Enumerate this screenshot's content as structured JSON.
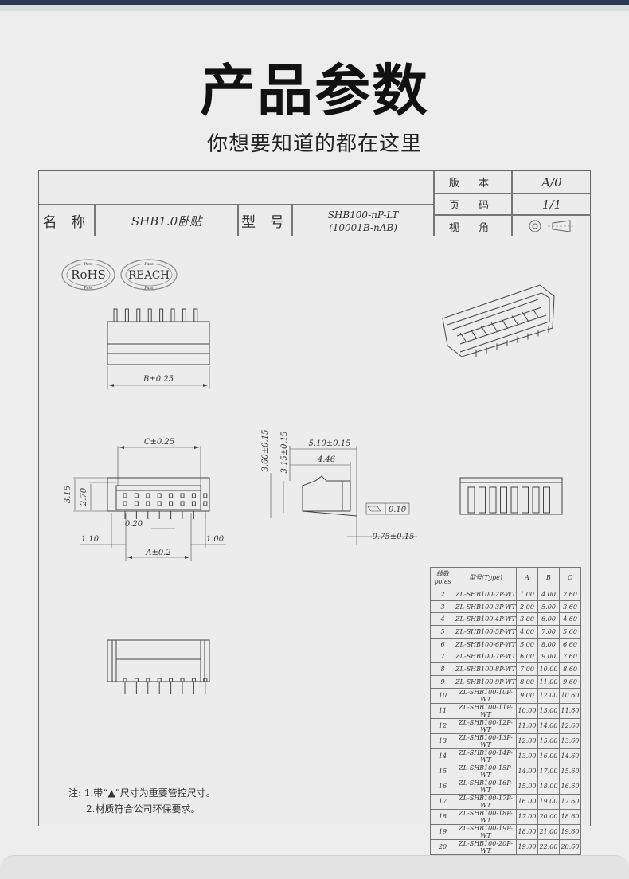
{
  "header": {
    "title": "产品参数",
    "subtitle": "你想要知道的都在这里"
  },
  "titleblock": {
    "name_label": "名 称",
    "name_value": "SHB1.0卧贴",
    "model_label": "型 号",
    "model_value": "SHB100-nP-LT\n(10001B-nAB)",
    "version_label": "版 本",
    "version_value": "A/0",
    "page_label": "页 码",
    "page_value": "1/1",
    "view_label": "视 角"
  },
  "badges": {
    "rohs": "RoHS",
    "reach": "REACH",
    "pass": "Pass"
  },
  "dims": {
    "b": "B±0.25",
    "c": "C±0.25",
    "a": "A±0.2",
    "d315": "3.15",
    "d270": "2.70",
    "d020": "0.20",
    "d110": "1.10",
    "d100": "1.00",
    "side_510": "5.10±0.15",
    "side_446": "4.46",
    "side_360": "3.60±0.15",
    "side_315": "3.15±0.15",
    "side_075": "0.75±0.15",
    "flat": "0.10"
  },
  "table": {
    "headers": [
      "线数\npoles",
      "型号(Type)",
      "A",
      "B",
      "C"
    ],
    "rows": [
      [
        "2",
        "ZL-SHB100-2P-WT",
        "1.00",
        "4.00",
        "2.60"
      ],
      [
        "3",
        "ZL-SHB100-3P-WT",
        "2.00",
        "5.00",
        "3.60"
      ],
      [
        "4",
        "ZL-SHB100-4P-WT",
        "3.00",
        "6.00",
        "4.60"
      ],
      [
        "5",
        "ZL-SHB100-5P-WT",
        "4.00",
        "7.00",
        "5.60"
      ],
      [
        "6",
        "ZL-SHB100-6P-WT",
        "5.00",
        "8.00",
        "6.60"
      ],
      [
        "7",
        "ZL-SHB100-7P-WT",
        "6.00",
        "9.00",
        "7.60"
      ],
      [
        "8",
        "ZL-SHB100-8P-WT",
        "7.00",
        "10.00",
        "8.60"
      ],
      [
        "9",
        "ZL-SHB100-9P-WT",
        "8.00",
        "11.00",
        "9.60"
      ],
      [
        "10",
        "ZL-SHB100-10P-WT",
        "9.00",
        "12.00",
        "10.60"
      ],
      [
        "11",
        "ZL-SHB100-11P-WT",
        "10.00",
        "13.00",
        "11.60"
      ],
      [
        "12",
        "ZL-SHB100-12P-WT",
        "11.00",
        "14.00",
        "12.60"
      ],
      [
        "13",
        "ZL-SHB100-13P-WT",
        "12.00",
        "15.00",
        "13.60"
      ],
      [
        "14",
        "ZL-SHB100-14P-WT",
        "13.00",
        "16.00",
        "14.60"
      ],
      [
        "15",
        "ZL-SHB100-15P-WT",
        "14.00",
        "17.00",
        "15.60"
      ],
      [
        "16",
        "ZL-SHB100-16P-WT",
        "15.00",
        "18.00",
        "16.60"
      ],
      [
        "17",
        "ZL-SHB100-17P-WT",
        "16.00",
        "19.00",
        "17.60"
      ],
      [
        "18",
        "ZL-SHB100-18P-WT",
        "17.00",
        "20.00",
        "18.60"
      ],
      [
        "19",
        "ZL-SHB100-19P-WT",
        "18.00",
        "21.00",
        "19.60"
      ],
      [
        "20",
        "ZL-SHB100-20P-WT",
        "19.00",
        "22.00",
        "20.60"
      ]
    ]
  },
  "notes": {
    "line1": "注: 1.带“▲”尺寸为重要管控尺寸。",
    "line2": "2.材质符合公司环保要求。"
  }
}
